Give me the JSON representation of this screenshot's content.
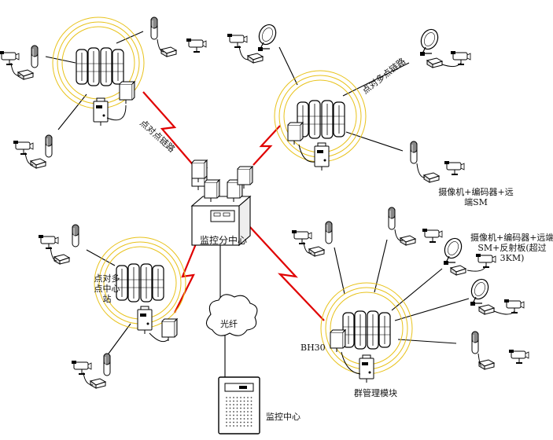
{
  "labels": {
    "monitor_sub_center": "监控分中心",
    "monitor_center": "监控中心",
    "fiber": "光纤",
    "p2p_link": "点对点链路",
    "p2mp_link": "点对多点链路",
    "p2mp_center_station_line1": "点对多",
    "p2mp_center_station_line2": "点中心",
    "p2mp_center_station_line3": "站",
    "camera_encoder_sm_line1": "摄像机+编码器+远",
    "camera_encoder_sm_line2": "端SM",
    "camera_encoder_sm_reflector_line1": "摄像机+编码器+远端",
    "camera_encoder_sm_reflector_line2": "SM+反射板(超过",
    "camera_encoder_sm_reflector_line3": "3KM)",
    "bh30": "BH30",
    "cluster_module": "群管理模块"
  },
  "colors": {
    "radio_ring": "#e8c21a",
    "link_bolt": "#e00000",
    "line": "#000000"
  }
}
